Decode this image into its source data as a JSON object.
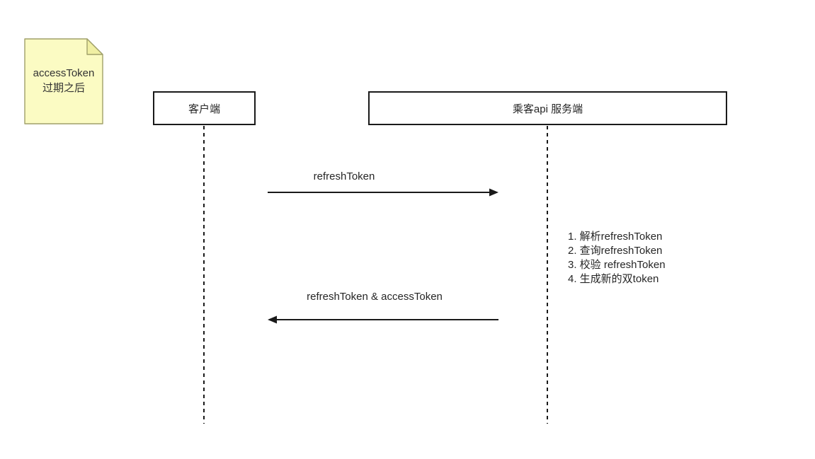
{
  "note": {
    "lines": [
      "accessToken",
      "过期之后"
    ]
  },
  "actors": [
    {
      "label": "客户端"
    },
    {
      "label": "乘客api 服务端"
    }
  ],
  "messages": [
    {
      "label": "refreshToken",
      "direction": "right",
      "from": "客户端",
      "to": "乘客api 服务端"
    },
    {
      "label": "refreshToken & accessToken",
      "direction": "left",
      "from": "乘客api 服务端",
      "to": "客户端"
    }
  ],
  "server_steps": [
    "1. 解析refreshToken",
    "2. 查询refreshToken",
    "3. 校验 refreshToken",
    "4. 生成新的双token"
  ],
  "colors": {
    "background": "#ffffff",
    "line": "#1a1a1a",
    "text": "#333333",
    "note_fill": "#fbfbc3",
    "note_fold": "#f0efa3",
    "note_border": "#a0a06a"
  }
}
